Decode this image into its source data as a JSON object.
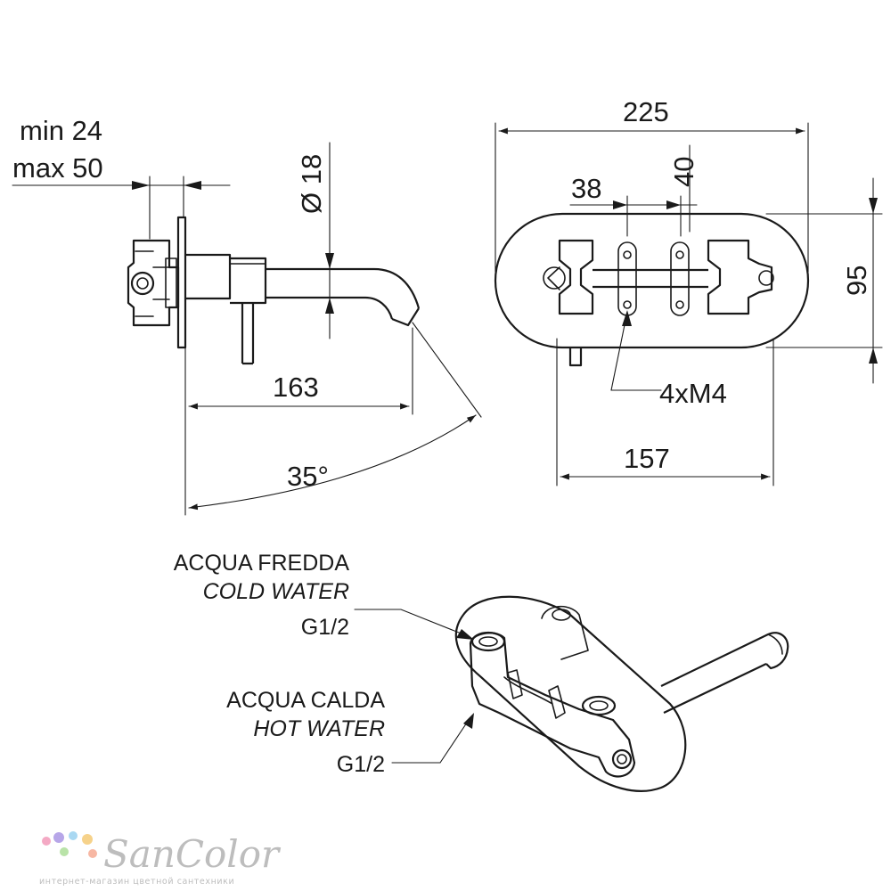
{
  "side_view": {
    "wall_min": "min 24",
    "wall_max": "max 50",
    "diameter": "Ø 18",
    "projection": "163",
    "swivel_angle": "35°"
  },
  "front_view": {
    "total_width": "225",
    "holes_spacing_h": "38",
    "holes_spacing_v": "40",
    "plate_height": "95",
    "screws": "4xM4",
    "plate_width": "157"
  },
  "connections": {
    "cold_it": "ACQUA FREDDA",
    "cold_en": "COLD WATER",
    "cold_thread": "G1/2",
    "hot_it": "ACQUA CALDA",
    "hot_en": "HOT WATER",
    "hot_thread": "G1/2"
  },
  "watermark": {
    "brand": "SanColor",
    "tagline": "интернет-магазин цветной сантехники",
    "dot_colors": [
      "#f4a9c4",
      "#b7a6e8",
      "#a9d8f2",
      "#f6d28a",
      "#b9e3a8",
      "#f7b7a3"
    ]
  }
}
